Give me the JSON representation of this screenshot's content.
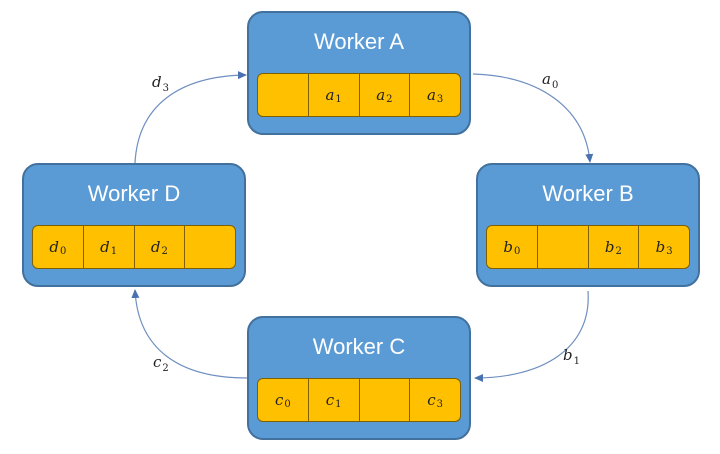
{
  "workers": [
    {
      "title": "Worker A",
      "slots": [
        {
          "sym": "",
          "idx": ""
        },
        {
          "sym": "a",
          "idx": "1"
        },
        {
          "sym": "a",
          "idx": "2"
        },
        {
          "sym": "a",
          "idx": "3"
        }
      ]
    },
    {
      "title": "Worker B",
      "slots": [
        {
          "sym": "b",
          "idx": "0"
        },
        {
          "sym": "",
          "idx": ""
        },
        {
          "sym": "b",
          "idx": "2"
        },
        {
          "sym": "b",
          "idx": "3"
        }
      ]
    },
    {
      "title": "Worker C",
      "slots": [
        {
          "sym": "c",
          "idx": "0"
        },
        {
          "sym": "c",
          "idx": "1"
        },
        {
          "sym": "",
          "idx": ""
        },
        {
          "sym": "c",
          "idx": "3"
        }
      ]
    },
    {
      "title": "Worker D",
      "slots": [
        {
          "sym": "d",
          "idx": "0"
        },
        {
          "sym": "d",
          "idx": "1"
        },
        {
          "sym": "d",
          "idx": "2"
        },
        {
          "sym": "",
          "idx": ""
        }
      ]
    }
  ],
  "arrows": [
    {
      "from": "Worker A",
      "to": "Worker B",
      "sym": "a",
      "idx": "0"
    },
    {
      "from": "Worker B",
      "to": "Worker C",
      "sym": "b",
      "idx": "1"
    },
    {
      "from": "Worker C",
      "to": "Worker D",
      "sym": "c",
      "idx": "2"
    },
    {
      "from": "Worker D",
      "to": "Worker A",
      "sym": "d",
      "idx": "3"
    }
  ],
  "colors": {
    "worker_fill": "#5b9bd5",
    "worker_border": "#41719c",
    "slot_fill": "#ffc000",
    "arrow": "#5b7fb0"
  }
}
